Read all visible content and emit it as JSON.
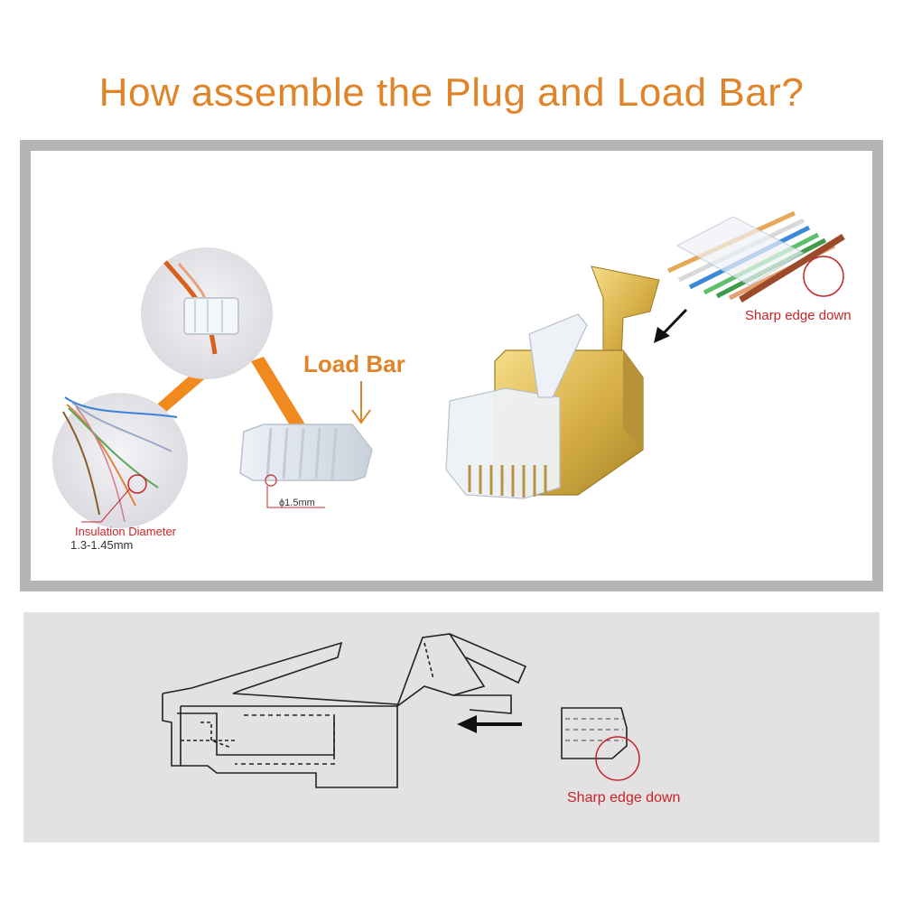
{
  "title": "How assemble the Plug and Load  Bar?",
  "labels": {
    "load_bar": "Load Bar",
    "insulation_line1": "Insulation Diameter",
    "insulation_line2": "1.3-1.45mm",
    "hole_diameter": "ϕ1.5mm",
    "sharp_edge_top": "Sharp edge down",
    "sharp_edge_bottom": "Sharp edge down"
  },
  "colors": {
    "title": "#e0842a",
    "load_bar_label": "#e0842a",
    "annotation_red": "#c8242b",
    "connector_orange": "#f08a1e",
    "gold": "#d9b24a",
    "panel_border": "#b5b5b5",
    "bottom_panel": "#e3e1e1"
  },
  "icons": [
    "down-arrow-icon",
    "left-arrow-icon",
    "insertion-arrow-icon"
  ]
}
